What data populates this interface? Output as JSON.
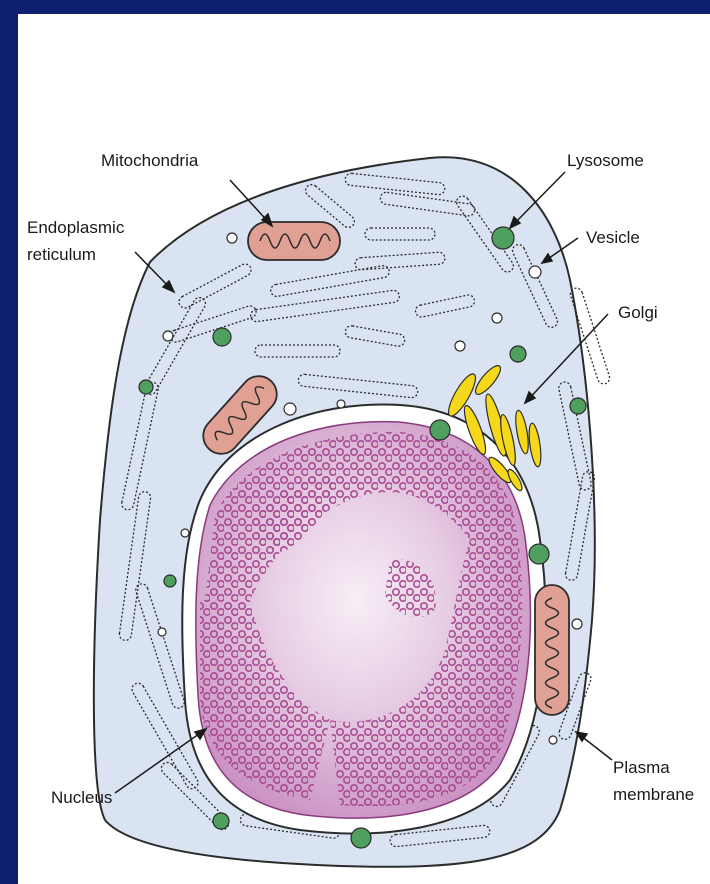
{
  "diagram": {
    "labels": {
      "mitochondria": "Mitochondria",
      "lysosome": "Lysosome",
      "er_line1": "Endoplasmic",
      "er_line2": "reticulum",
      "vesicle": "Vesicle",
      "golgi": "Golgi",
      "nucleus": "Nucleus",
      "plasma_line1": "Plasma",
      "plasma_line2": "membrane"
    },
    "colors": {
      "frame": "#0d1f6e",
      "cytoplasm": "#d9e3f2",
      "nucleus": "#a6458f",
      "mitochondria": "#e0a194",
      "lysosome": "#4fa05e",
      "golgi": "#f5d819"
    }
  }
}
